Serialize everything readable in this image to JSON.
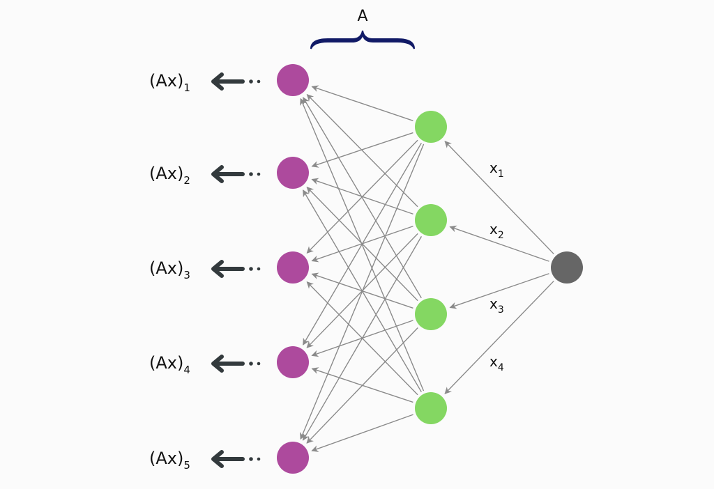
{
  "title": "A",
  "outputs": [
    {
      "label": "(Ax)",
      "sub": "1"
    },
    {
      "label": "(Ax)",
      "sub": "2"
    },
    {
      "label": "(Ax)",
      "sub": "3"
    },
    {
      "label": "(Ax)",
      "sub": "4"
    },
    {
      "label": "(Ax)",
      "sub": "5"
    }
  ],
  "inputs": [
    {
      "label": "x",
      "sub": "1"
    },
    {
      "label": "x",
      "sub": "2"
    },
    {
      "label": "x",
      "sub": "3"
    },
    {
      "label": "x",
      "sub": "4"
    }
  ],
  "colors": {
    "output_node": "#ad4a9d",
    "hidden_node": "#84d762",
    "source_node": "#666666",
    "edge": "#8a8a8a",
    "brace": "#111a66",
    "out_arrow": "#333a3d"
  }
}
